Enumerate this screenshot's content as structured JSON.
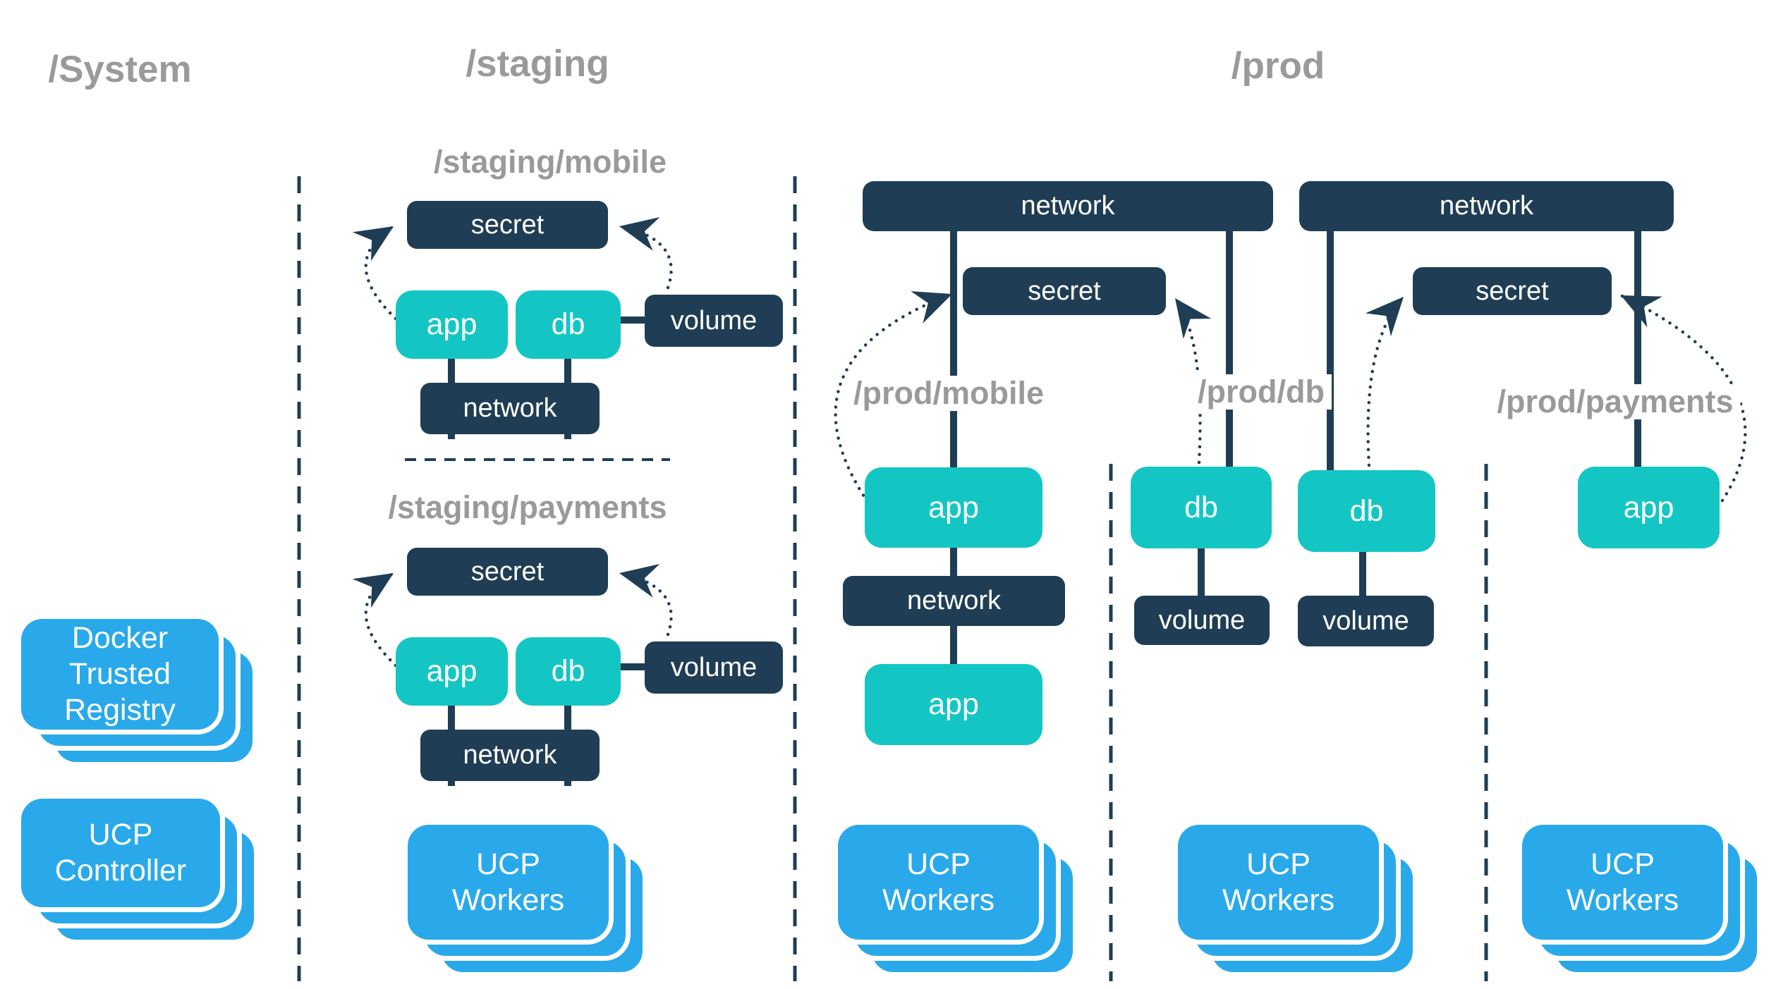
{
  "diagram_type": "docker-ucp-collections-architecture",
  "titles": {
    "system": "/System",
    "staging": "/staging",
    "prod": "/prod"
  },
  "section_labels": {
    "staging_mobile": "/staging/mobile",
    "staging_payments": "/staging/payments",
    "prod_mobile": "/prod/mobile",
    "prod_db": "/prod/db",
    "prod_payments": "/prod/payments"
  },
  "node_labels": {
    "secret": "secret",
    "app": "app",
    "db": "db",
    "volume": "volume",
    "network": "network"
  },
  "infra": {
    "dtr": [
      "Docker",
      "Trusted",
      "Registry"
    ],
    "controller": [
      "UCP",
      "Controller"
    ],
    "workers": [
      "UCP",
      "Workers"
    ]
  },
  "colors": {
    "navy": "#1F3E55",
    "teal": "#14C6C3",
    "blue": "#29A9EA",
    "gray_label": "#9A9A9A",
    "background": "#FFFFFF"
  }
}
